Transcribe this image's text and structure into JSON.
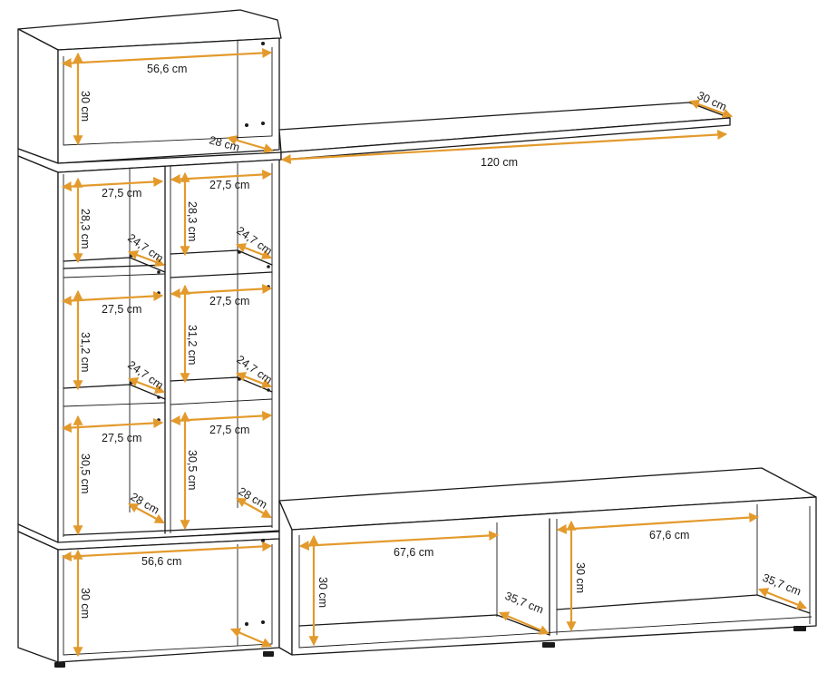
{
  "colors": {
    "dimension": "#e39a2c",
    "line": "#1a1a1a",
    "background": "#ffffff"
  },
  "dimensions": {
    "top_width": "56,6 cm",
    "top_height": "30 cm",
    "top_depth": "28 cm",
    "shelf_width": "120 cm",
    "shelf_depth": "30 cm",
    "r1_left_width": "27,5 cm",
    "r1_right_width": "27,5 cm",
    "r1_left_height": "28,3 cm",
    "r1_right_height": "28,3 cm",
    "r1_left_depth": "24,7 cm",
    "r1_right_depth": "24,7 cm",
    "r2_left_width": "27,5 cm",
    "r2_right_width": "27,5 cm",
    "r2_left_height": "31,2 cm",
    "r2_right_height": "31,2 cm",
    "r2_left_depth": "24,7 cm",
    "r2_right_depth": "24,7 cm",
    "r3_left_width": "27,5 cm",
    "r3_right_width": "27,5 cm",
    "r3_left_height": "30,5 cm",
    "r3_right_height": "30,5 cm",
    "r3_left_depth": "28 cm",
    "r3_right_depth": "28 cm",
    "bottom_width": "56,6 cm",
    "bottom_height": "30 cm",
    "tv_left_width": "67,6 cm",
    "tv_right_width": "67,6 cm",
    "tv_left_height": "30 cm",
    "tv_right_height": "30 cm",
    "tv_left_depth": "35,7 cm",
    "tv_right_depth": "35,7 cm"
  }
}
